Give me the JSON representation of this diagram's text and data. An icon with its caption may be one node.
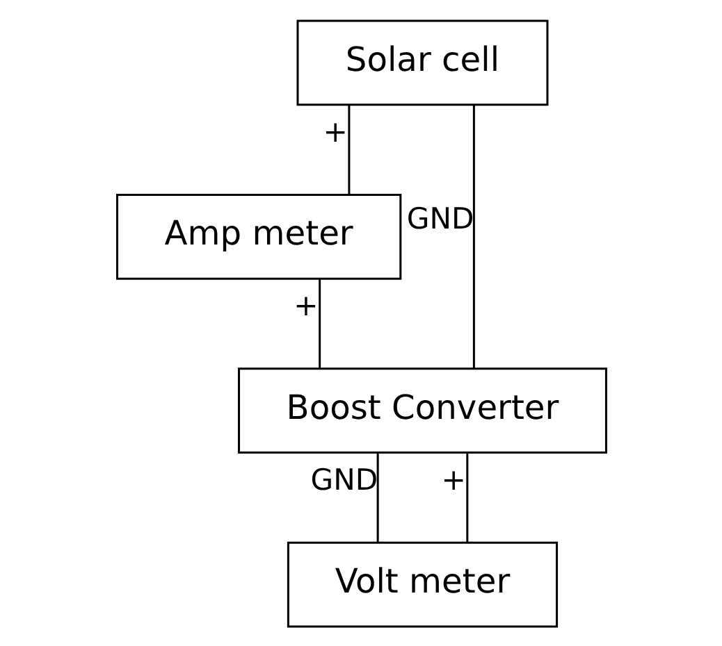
{
  "diagram": {
    "nodes": [
      {
        "text": [
          "Solar cell"
        ]
      },
      {
        "text": [
          "Amp meter"
        ]
      },
      {
        "text": [
          "Boost Converter"
        ]
      },
      {
        "text": [
          "Volt meter"
        ]
      }
    ],
    "edges": [
      {
        "from": 0,
        "to": 1,
        "arrow": "none",
        "label": "+"
      },
      {
        "from": 0,
        "to": 2,
        "arrow": "none",
        "label": "GND"
      },
      {
        "from": 1,
        "to": 2,
        "arrow": "none",
        "label": "+"
      },
      {
        "from": 2,
        "to": 3,
        "arrow": "none",
        "label": "GND"
      },
      {
        "from": 2,
        "to": 3,
        "arrow": "none",
        "label": "+"
      }
    ]
  }
}
